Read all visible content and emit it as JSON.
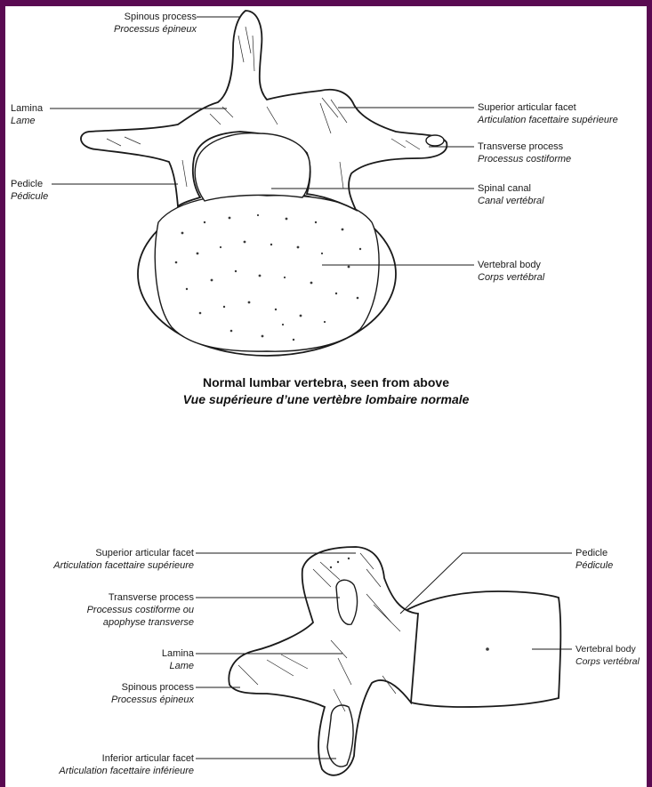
{
  "top_view": {
    "title_en": "Normal lumbar vertebra, seen from above",
    "title_fr": "Vue supérieure d’une vertèbre lombaire normale",
    "labels": {
      "spinous_process": {
        "en": "Spinous process",
        "fr": "Processus épineux"
      },
      "lamina": {
        "en": "Lamina",
        "fr": "Lame"
      },
      "pedicle": {
        "en": "Pedicle",
        "fr": "Pédicule"
      },
      "superior_articular_facet": {
        "en": "Superior articular facet",
        "fr": "Articulation facettaire supérieure"
      },
      "transverse_process": {
        "en": "Transverse process",
        "fr": "Processus costiforme"
      },
      "spinal_canal": {
        "en": "Spinal canal",
        "fr": "Canal vertébral"
      },
      "vertebral_body": {
        "en": "Vertebral body",
        "fr": "Corps vertébral"
      }
    }
  },
  "side_view": {
    "labels": {
      "superior_articular_facet": {
        "en": "Superior articular facet",
        "fr": "Articulation facettaire supérieure"
      },
      "transverse_process": {
        "en": "Transverse process",
        "fr": "Processus costiforme ou",
        "fr2": "apophyse transverse"
      },
      "lamina": {
        "en": "Lamina",
        "fr": "Lame"
      },
      "spinous_process": {
        "en": "Spinous process",
        "fr": "Processus épineux"
      },
      "inferior_articular_facet": {
        "en": "Inferior articular facet",
        "fr": "Articulation facettaire inférieure"
      },
      "pedicle": {
        "en": "Pedicle",
        "fr": "Pédicule"
      },
      "vertebral_body": {
        "en": "Vertebral body",
        "fr": "Corps vertébral"
      }
    }
  },
  "colors": {
    "border": "#5a0a52",
    "background": "#ffffff",
    "ink": "#1a1a1a"
  }
}
